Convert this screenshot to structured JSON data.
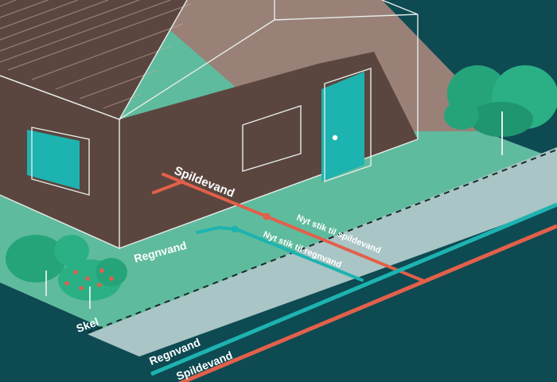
{
  "labels": {
    "spildevand_house": "Spildevand",
    "regnvand_house": "Regnvand",
    "nyt_stik_spildevand": "Nyt stik til spildevand",
    "nyt_stik_regnvand": "Nyt stik til regnvand",
    "skel": "Skel",
    "main_regnvand": "Regnvand",
    "main_spildevand": "Spildevand"
  },
  "colors": {
    "background": "#0e4a52",
    "yard": "#5fbb9d",
    "road": "#a9c5c5",
    "wall": "#5b463f",
    "roof_shadow": "#9a8178",
    "spildevand_pipe": "#e2604a",
    "regnvand_pipe": "#1db3b0",
    "tree": "#25a47a",
    "fruit": "#e2604a"
  },
  "icons": {
    "tree_right": "tree-icon",
    "tree_left": "fruit-tree-icon"
  }
}
